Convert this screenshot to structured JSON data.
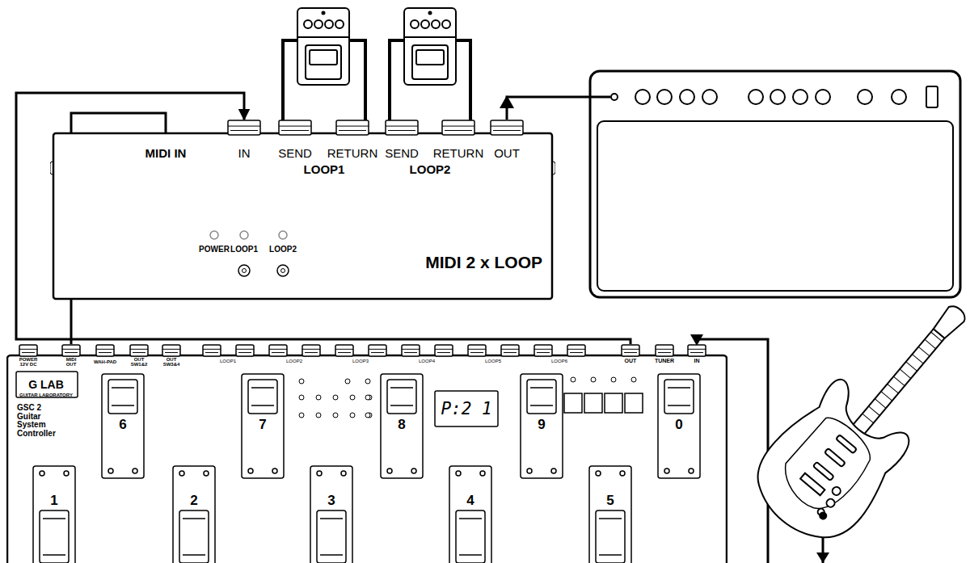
{
  "diagram": {
    "nodes": [
      {
        "text": [
          "MIDI 2 x LOOP"
        ]
      },
      {
        "text": [
          "GSC 2 Guitar System Controller"
        ]
      }
    ],
    "edges": [
      {
        "from": 1,
        "to": 0,
        "arrow": "none"
      },
      {
        "from": 1,
        "to": 0,
        "arrow": "to"
      }
    ],
    "labels": [
      "MIDI IN",
      "IN",
      "SEND",
      "RETURN",
      "SEND",
      "RETURN",
      "OUT",
      "LOOP1",
      "LOOP2",
      "POWER",
      "LOOP1",
      "LOOP2",
      "G LAB",
      "GUITAR LABORATORY",
      "POWER 12V DC",
      "MIDI OUT",
      "WAH-PAD",
      "OUT SW1&2",
      "OUT SW3&4",
      "LOOP1",
      "LOOP2",
      "LOOP3",
      "LOOP4",
      "LOOP5",
      "LOOP6",
      "OUT",
      "TUNER",
      "IN",
      "P:2 1",
      "6",
      "7",
      "8",
      "9",
      "0",
      "1",
      "2",
      "3",
      "4",
      "5"
    ]
  }
}
